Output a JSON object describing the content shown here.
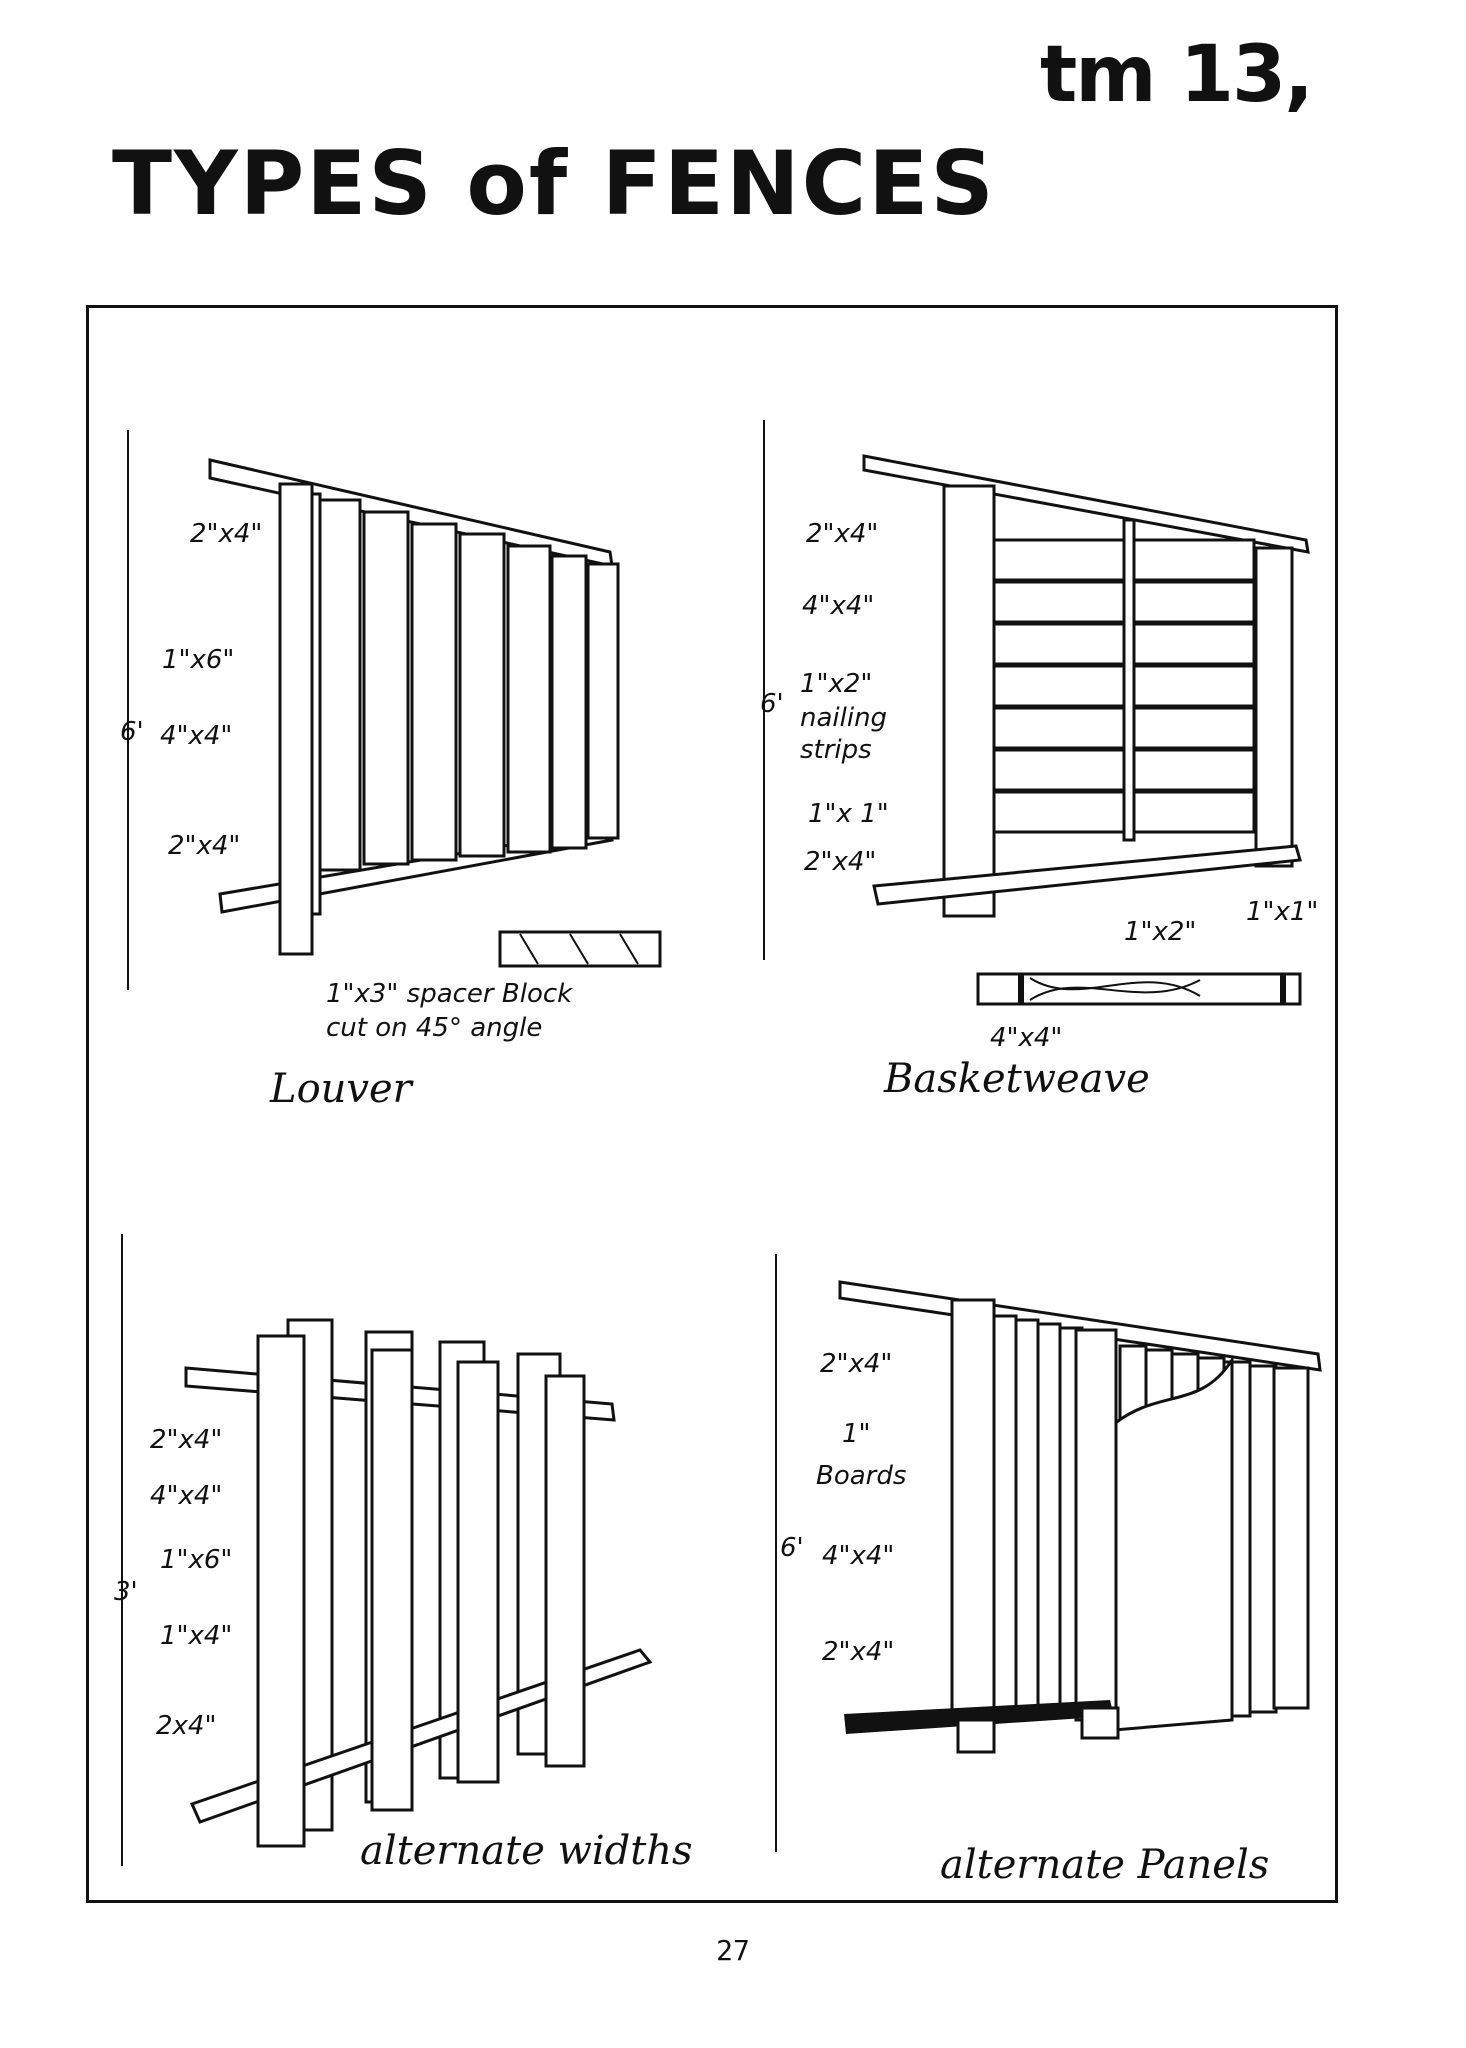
{
  "header": {
    "tag": "tm 13,",
    "title": "TYPES of FENCES"
  },
  "footer": {
    "page_number": "27"
  },
  "fences": {
    "louver": {
      "caption": "Louver",
      "height_label": "6'",
      "labels": [
        "2\"x4\"",
        "1\"x6\"",
        "4\"x4\"",
        "2\"x4\""
      ],
      "note_line1": "1\"x3\" spacer Block",
      "note_line2": "cut on 45° angle"
    },
    "basketweave": {
      "caption": "Basketweave",
      "height_label": "6'",
      "labels": [
        "2\"x4\"",
        "4\"x4\"",
        "1\"x2\"",
        "nailing",
        "strips",
        "1\"x 1\"",
        "2\"x4\""
      ],
      "detail_labels": [
        "1\"x2\"",
        "1\"x1\"",
        "4\"x4\""
      ]
    },
    "alternate_widths": {
      "caption": "alternate widths",
      "height_label": "3'",
      "labels": [
        "2\"x4\"",
        "4\"x4\"",
        "1\"x6\"",
        "1\"x4\"",
        "2x4\""
      ]
    },
    "alternate_panels": {
      "caption": "alternate Panels",
      "height_label": "6'",
      "labels": [
        "2\"x4\"",
        "1\"",
        "Boards",
        "4\"x4\"",
        "2\"x4\""
      ]
    }
  }
}
